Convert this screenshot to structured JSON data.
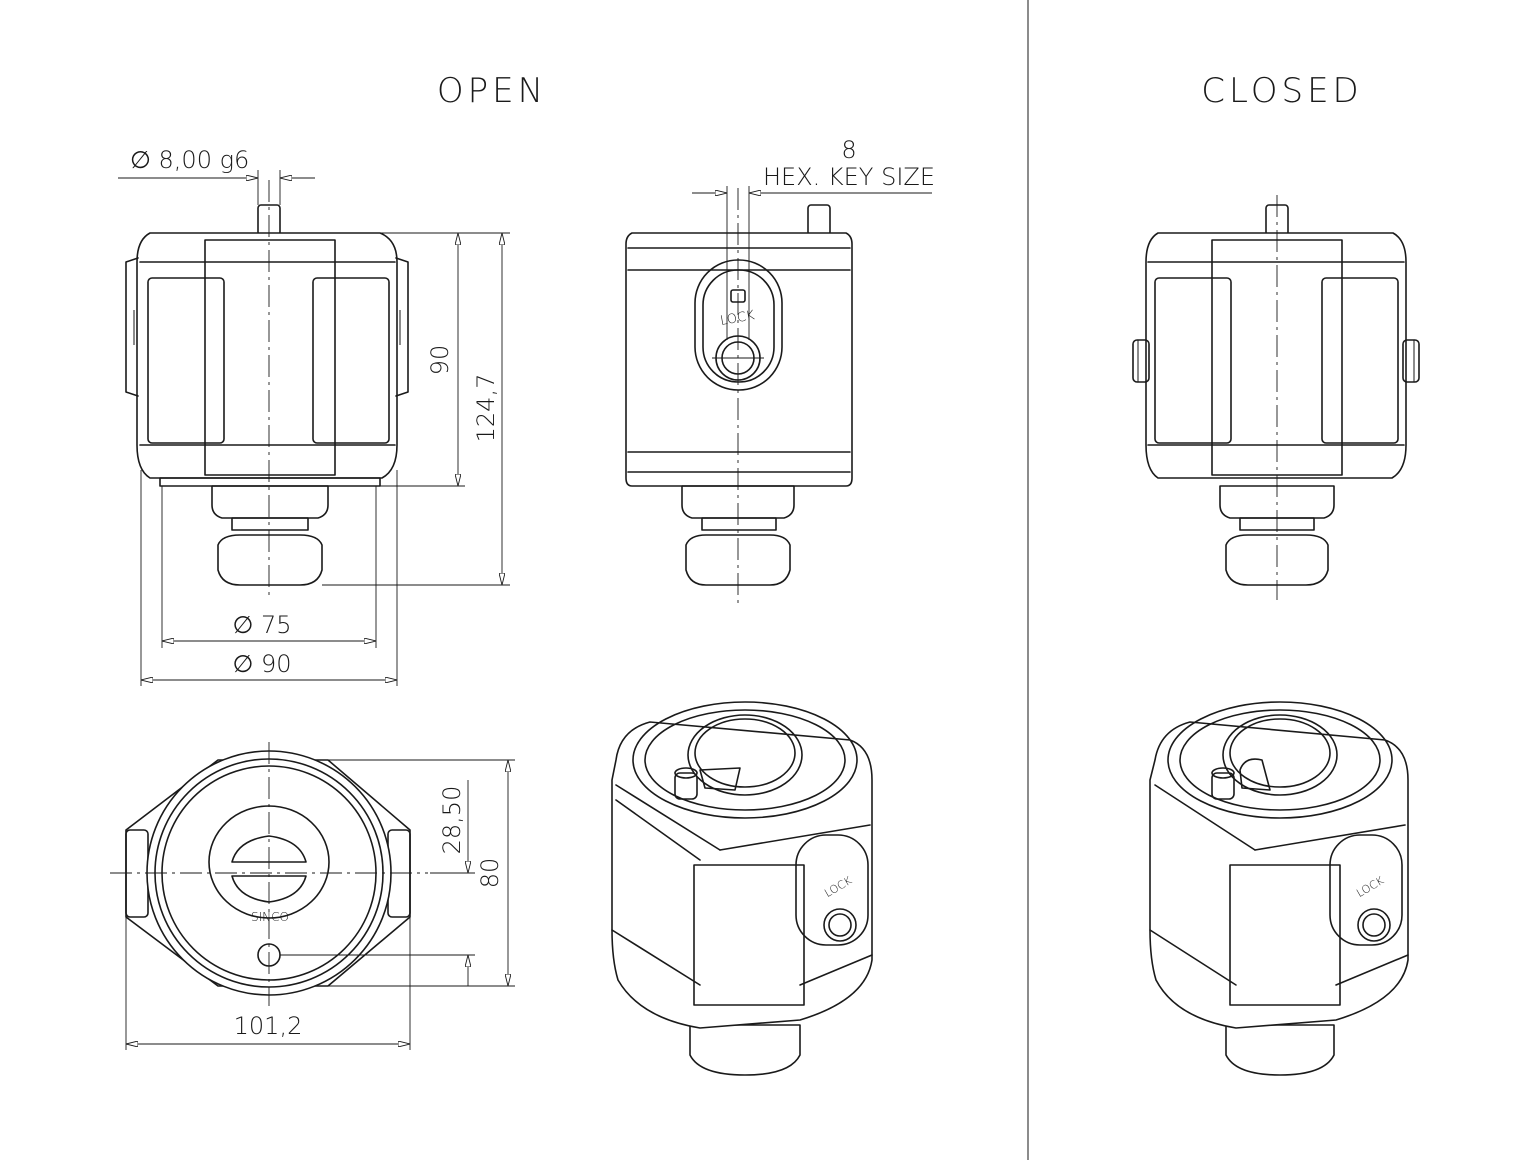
{
  "titles": {
    "open": "OPEN",
    "closed": "CLOSED"
  },
  "dimensions": {
    "pin_diameter": "∅ 8,00 g6",
    "hex_size": "8",
    "hex_label": "HEX. KEY SIZE",
    "height_body": "90",
    "height_total": "124,7",
    "diameter_small": "∅ 75",
    "diameter_large": "∅ 90",
    "offset": "28,50",
    "depth": "80",
    "width": "101,2"
  },
  "labels": {
    "lock": "LOCK",
    "brand": "SINCO"
  }
}
